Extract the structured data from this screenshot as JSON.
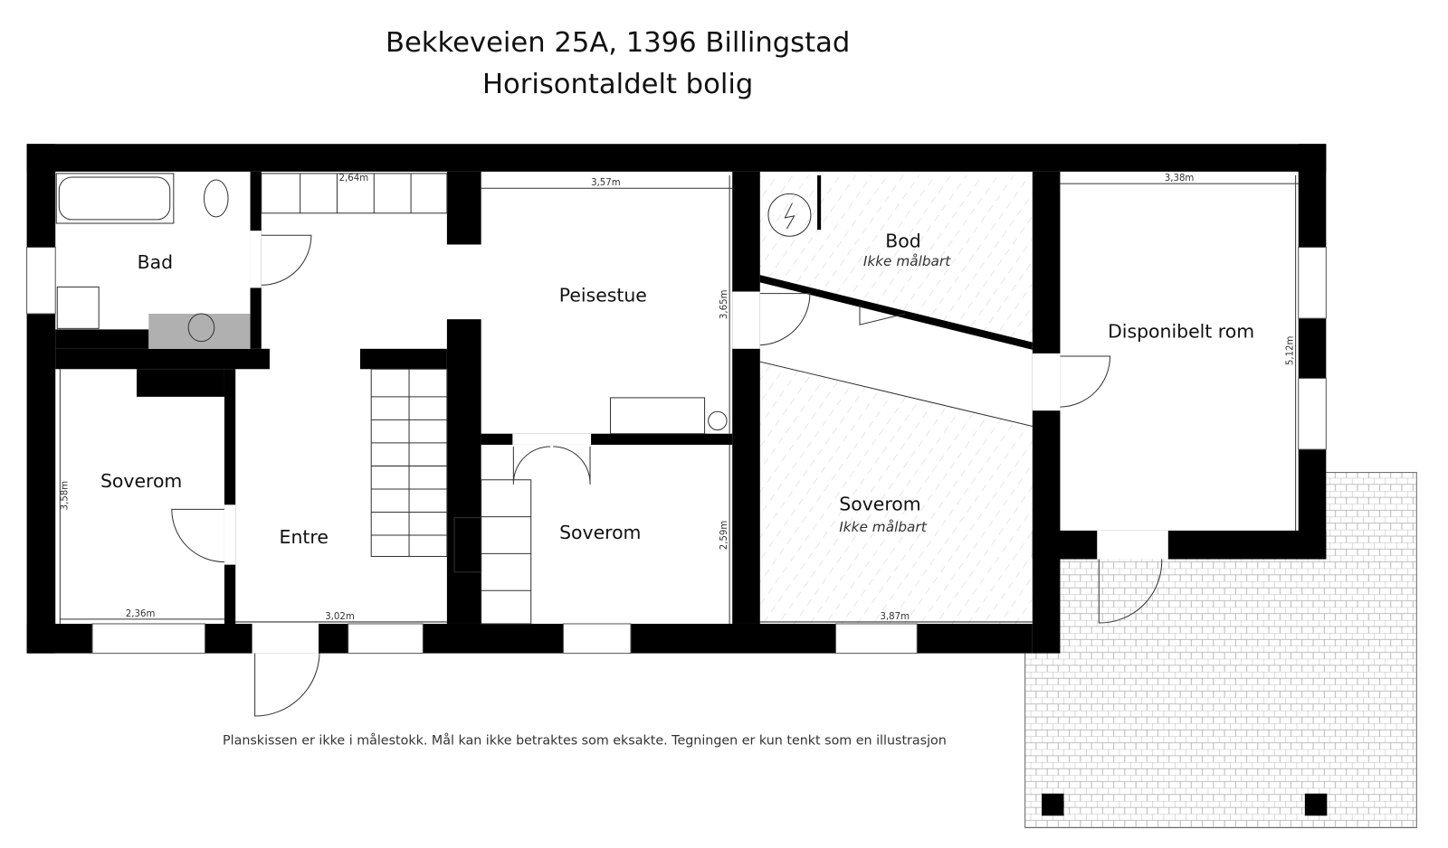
{
  "header": {
    "address": "Bekkeveien 25A, 1396 Billingstad",
    "type": "Horisontaldelt bolig"
  },
  "rooms": {
    "bad": {
      "name": "Bad"
    },
    "peisestue": {
      "name": "Peisestue"
    },
    "bod": {
      "name": "Bod",
      "sub": "Ikke målbart"
    },
    "disponibelt": {
      "name": "Disponibelt rom"
    },
    "soverom1": {
      "name": "Soverom"
    },
    "entre": {
      "name": "Entre"
    },
    "soverom2": {
      "name": "Soverom"
    },
    "soverom3": {
      "name": "Soverom",
      "sub": "Ikke målbart"
    }
  },
  "dimensions": {
    "hall_top": "2,64m",
    "peisestue_width": "3,57m",
    "peisestue_depth": "3,65m",
    "disponibelt_width": "3,38m",
    "disponibelt_depth": "5,12m",
    "soverom1_depth": "3,58m",
    "soverom1_width": "2,36m",
    "entre_width": "3,02m",
    "soverom2_depth": "2,59m",
    "soverom3_width": "3,87m"
  },
  "footer": {
    "disclaimer": "Planskissen er ikke i målestokk. Mål kan ikke betraktes som eksakte. Tegningen er kun tenkt som en illustrasjon"
  },
  "colors": {
    "wall": "#000000",
    "fixture_gray": "#b0b0b0",
    "hatch": "#d0d0d0"
  }
}
